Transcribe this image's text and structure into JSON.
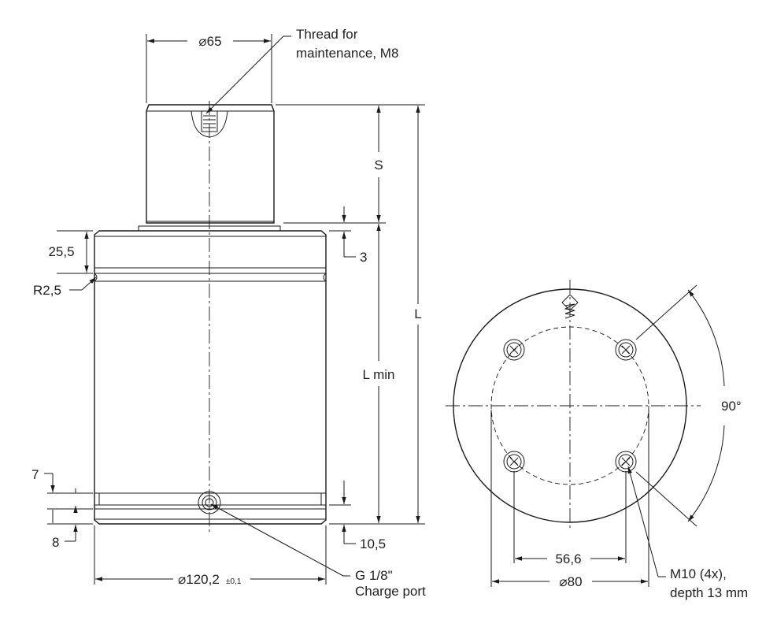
{
  "side_view": {
    "dia_top": "⌀65",
    "thread_label_line1": "Thread for",
    "thread_label_line2": "maintenance, M8",
    "stroke_label": "S",
    "length_label": "L",
    "lmin_label": "L min",
    "dim_25_5": "25,5",
    "dim_3": "3",
    "radius_label": "R2,5",
    "dim_7": "7",
    "dim_8": "8",
    "dim_10_5": "10,5",
    "dia_body": "⌀120,2",
    "dia_body_tol": "±0,1",
    "port_label_line1": "G 1/8\"",
    "port_label_line2": "Charge port"
  },
  "bottom_view": {
    "angle_label": "90°",
    "hole_spacing": "56,6",
    "pcd": "⌀80",
    "hole_label_line1": "M10 (4x),",
    "hole_label_line2": "depth 13 mm"
  }
}
